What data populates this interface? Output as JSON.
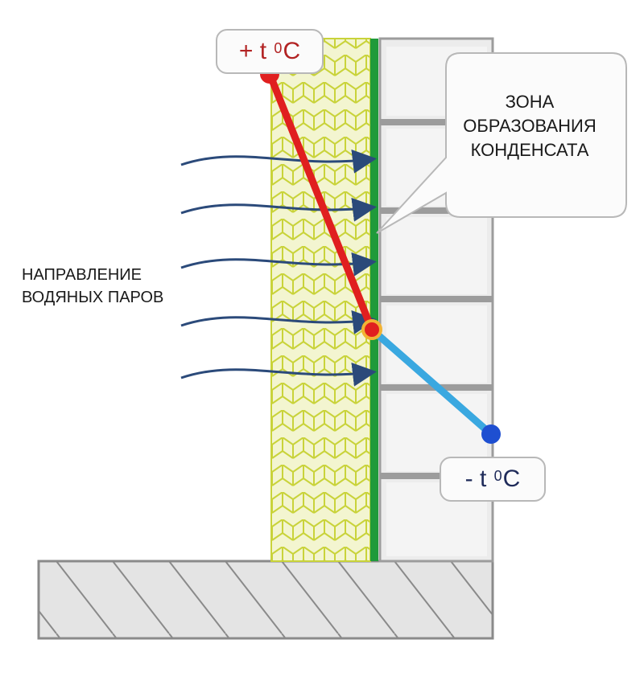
{
  "temperatures": {
    "warm": {
      "sign": "+ t",
      "degree": "0",
      "unit": "C",
      "color": "#b22323"
    },
    "cold": {
      "sign": "- t",
      "degree": "0",
      "unit": "C",
      "color": "#1f2b5a"
    }
  },
  "callout": {
    "lines": [
      "ЗОНА",
      "ОБРАЗОВАНИЯ",
      "КОНДЕНСАТА"
    ]
  },
  "vapor_direction": {
    "lines": [
      "НАПРАВЛЕНИЕ",
      "ВОДЯНЫХ ПАРОВ"
    ],
    "arrow_count": 5
  },
  "colors": {
    "insulation_fill": "#f3f5d0",
    "insulation_pattern": "#c9d33a",
    "vapor_barrier": "#1f9a3a",
    "brick": "#ececec",
    "brick_mortar": "#9c9c9c",
    "foundation": "#e4e4e4",
    "warm_line": "#e01f1f",
    "cold_line": "#3aa8e0",
    "arrow": "#2b4a7a"
  }
}
